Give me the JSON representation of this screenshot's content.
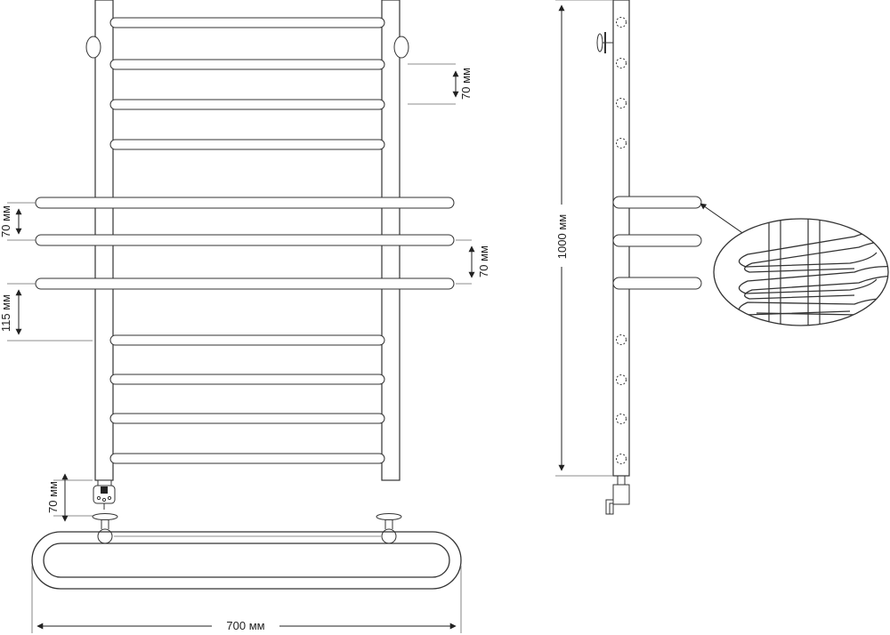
{
  "dimensions": {
    "total_width": "700 мм",
    "total_height": "1000 мм",
    "rung_spacing_top": "70 мм",
    "shelf_spacing_left": "70 мм",
    "shelf_spacing_right": "70 мм",
    "shelf_gap": "115 мм",
    "connector_offset": "70 мм"
  },
  "colors": {
    "stroke": "#333333",
    "background": "#ffffff"
  }
}
